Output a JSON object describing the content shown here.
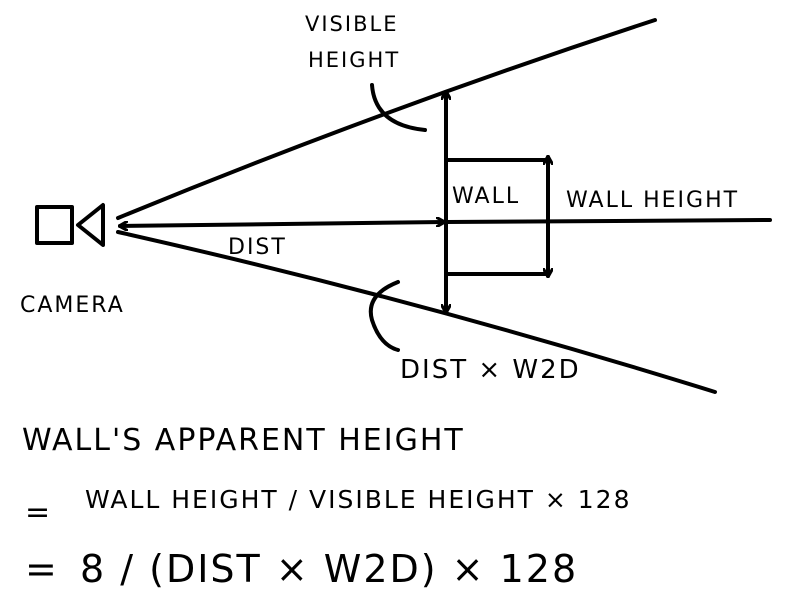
{
  "labels": {
    "visible_line1": "VISIBLE",
    "visible_line2": "HEIGHT",
    "wall": "WALL",
    "wall_height": "WALL HEIGHT",
    "dist": "DIST",
    "camera": "CAMERA",
    "dist_w2d": "DIST × W2D"
  },
  "formula": {
    "title": "WALL'S APPARENT HEIGHT",
    "eq1_sign": "=",
    "eq1": "WALL HEIGHT / VISIBLE HEIGHT × 128",
    "eq2_sign": "=",
    "eq2": "8 / (DIST × W2D) × 128"
  },
  "colors": {
    "ink": "#000000",
    "background": "#ffffff"
  }
}
